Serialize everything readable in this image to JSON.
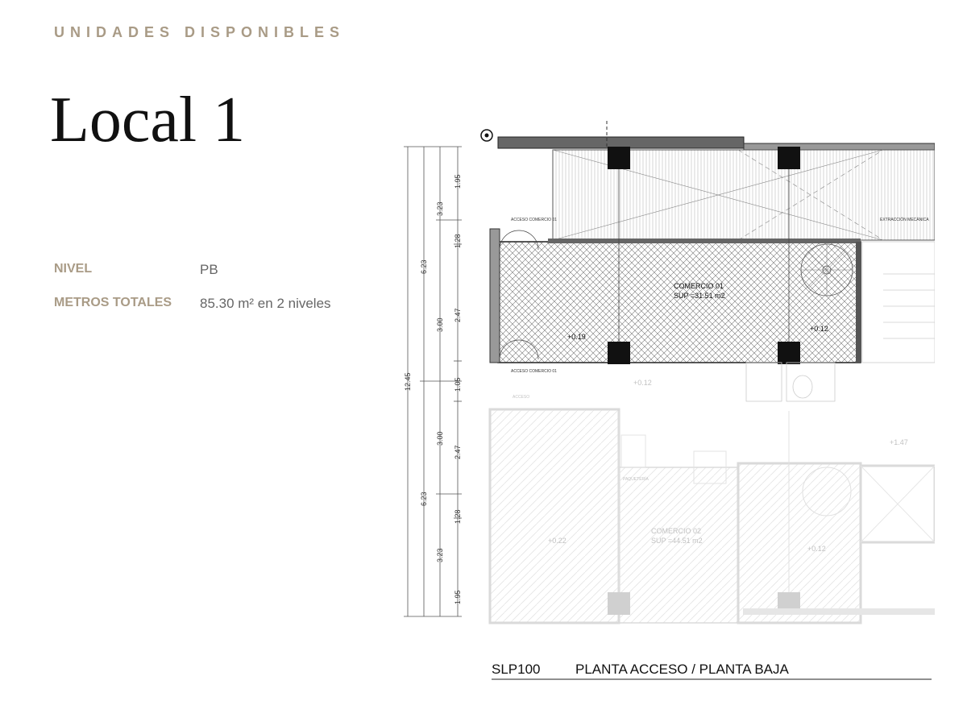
{
  "header": {
    "eyebrow": "UNIDADES DISPONIBLES",
    "title": "Local 1"
  },
  "specs": [
    {
      "label": "NIVEL",
      "value": "PB"
    },
    {
      "label": "METROS TOTALES",
      "value": "85.30 m² en 2 niveles"
    }
  ],
  "plan": {
    "dimensions_outer": [
      "12.45"
    ],
    "dimensions_mid": [
      "6.23",
      "6.23"
    ],
    "dimensions_inner": [
      "3.23",
      "3.00",
      "3.00",
      "3.23"
    ],
    "dimensions_fine": [
      "1.95",
      "1.28",
      "2.47",
      "1.05",
      "2.47",
      "1.28",
      "1.95"
    ],
    "room1_name": "COMERCIO 01",
    "room1_area": "SUP =31.51 m2",
    "room2_name": "COMERCIO 02",
    "room2_area": "SUP =44.51 m2",
    "level_a": "+0.19",
    "level_b": "+0.12",
    "level_c": "+0.12",
    "level_d": "+0.22",
    "level_e": "+0.12",
    "level_f": "+1.47",
    "access_label_1": "ACCESO COMERCIO 01",
    "access_label_2": "ACCESO COMERCIO 01",
    "access_label_3": "ACCESO",
    "extraction_label": "EXTRACCIÓN MECÁNICA",
    "paqueteria_label": "PAQUETERÍA",
    "sheet_code": "SLP100",
    "sheet_title": "PLANTA ACCESO / PLANTA BAJA"
  }
}
